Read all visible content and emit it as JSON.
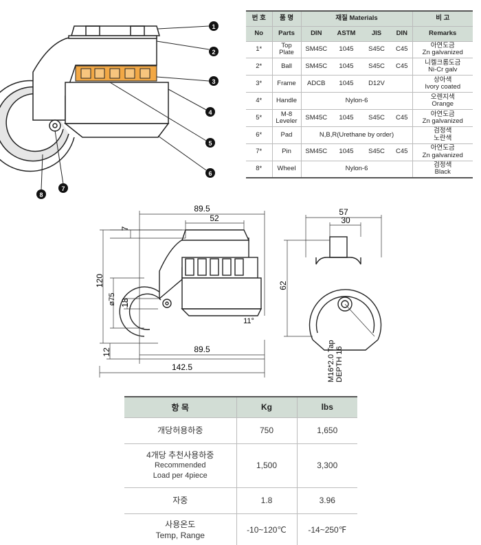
{
  "diagram": {
    "callouts": [
      "1",
      "2",
      "3",
      "4",
      "5",
      "6",
      "7",
      "8"
    ]
  },
  "materials": {
    "header": {
      "no_kr": "번 호",
      "parts_kr": "품 명",
      "materials": "재질 Materials",
      "remarks_kr": "비 고",
      "no": "No",
      "parts": "Parts",
      "din1": "DIN",
      "astm": "ASTM",
      "jis": "JIS",
      "din2": "DIN",
      "remarks": "Remarks"
    },
    "rows": [
      {
        "no": "1*",
        "part": "Top\nPlate",
        "din": "SM45C",
        "astm": "1045",
        "jis": "S45C",
        "din2": "C45",
        "remark_kr": "아연도금",
        "remark_en": "Zn galvanized"
      },
      {
        "no": "2*",
        "part": "Ball",
        "din": "SM45C",
        "astm": "1045",
        "jis": "S45C",
        "din2": "C45",
        "remark_kr": "니켈크롬도금",
        "remark_en": "Ni-Cr galv"
      },
      {
        "no": "3*",
        "part": "Frame",
        "din": "ADCB",
        "astm": "1045",
        "jis": "D12V",
        "din2": "",
        "remark_kr": "상아색",
        "remark_en": "Ivory coated"
      },
      {
        "no": "4*",
        "part": "Handle",
        "span": "Nylon-6",
        "remark_kr": "오렌지색",
        "remark_en": "Orange"
      },
      {
        "no": "5*",
        "part": "M-8\nLeveler",
        "din": "SM45C",
        "astm": "1045",
        "jis": "S45C",
        "din2": "C45",
        "remark_kr": "아연도금",
        "remark_en": "Zn galvanized"
      },
      {
        "no": "6*",
        "part": "Pad",
        "span": "N,B,R(Urethane by order)",
        "remark_kr": "검정색",
        "remark_en": "노란색"
      },
      {
        "no": "7*",
        "part": "Pin",
        "din": "SM45C",
        "astm": "1045",
        "jis": "S45C",
        "din2": "C45",
        "remark_kr": "아연도금",
        "remark_en": "Zn galvanized"
      },
      {
        "no": "8*",
        "part": "Wheel",
        "span": "Nylon-6",
        "remark_kr": "검정색",
        "remark_en": "Black"
      }
    ]
  },
  "dimensions": {
    "w_89_5": "89.5",
    "w_52": "52",
    "h_7": "7",
    "h_120": "120",
    "d_75": "ø75",
    "h_18": "18",
    "h_12": "12",
    "w_89_5_bottom": "89.5",
    "w_142_5": "142.5",
    "angle": "11°",
    "w_57": "57",
    "w_30": "30",
    "h_62": "62",
    "tap": "M16*2.0 Tap",
    "depth": "DEPTH 16"
  },
  "specs": {
    "header": {
      "item": "항    목",
      "kg": "Kg",
      "lbs": "lbs"
    },
    "rows": [
      {
        "item": [
          "개당허용하중"
        ],
        "kg": "750",
        "lbs": "1,650"
      },
      {
        "item": [
          "4개당 추천사용하중",
          "Recommended",
          "Load per 4piece"
        ],
        "kg": "1,500",
        "lbs": "3,300"
      },
      {
        "item": [
          "자중"
        ],
        "kg": "1.8",
        "lbs": "3.96"
      },
      {
        "item": [
          "사용온도",
          "Temp, Range"
        ],
        "kg": "-10~120℃",
        "lbs": "-14~250℉"
      }
    ]
  }
}
